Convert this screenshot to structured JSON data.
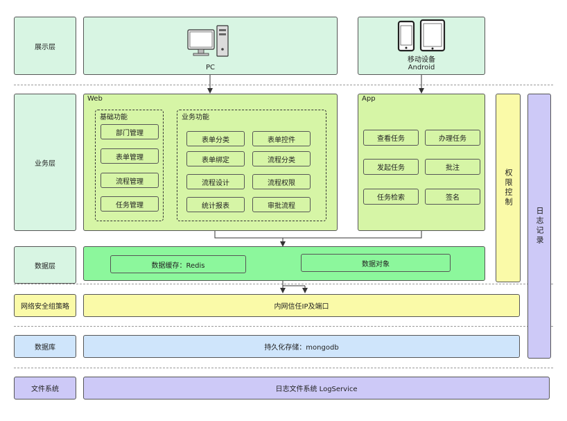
{
  "layers": {
    "presentation": "展示层",
    "business": "业务层",
    "data": "数据层",
    "security": "网络安全组策略",
    "database": "数据库",
    "filesystem": "文件系统"
  },
  "presentation": {
    "pc_label": "PC",
    "mobile_label_line1": "移动设备",
    "mobile_label_line2": "Android"
  },
  "web": {
    "title": "Web",
    "basic": {
      "title": "基础功能",
      "items": [
        "部门管理",
        "表单管理",
        "流程管理",
        "任务管理"
      ]
    },
    "business": {
      "title": "业务功能",
      "items": [
        "表单分类",
        "表单控件",
        "表单绑定",
        "流程分类",
        "流程设计",
        "流程权限",
        "统计报表",
        "审批流程"
      ]
    }
  },
  "app": {
    "title": "App",
    "items": [
      "查看任务",
      "办理任务",
      "发起任务",
      "批注",
      "任务检索",
      "签名"
    ]
  },
  "side": {
    "permission": "权限控制",
    "log": "日志记录"
  },
  "data_layer": {
    "cache": "数据缓存：Redis",
    "object": "数据对象"
  },
  "security_bar": "内网信任IP及端口",
  "database_bar": "持久化存储：mongodb",
  "filesystem_bar": "日志文件系统 LogService",
  "colors": {
    "layer_label": "#d8f5e3",
    "module": "#d6f5a6",
    "data": "#8cf79c",
    "security": "#fafaa8",
    "database": "#cfe5fb",
    "filesystem": "#cdc9f7"
  }
}
